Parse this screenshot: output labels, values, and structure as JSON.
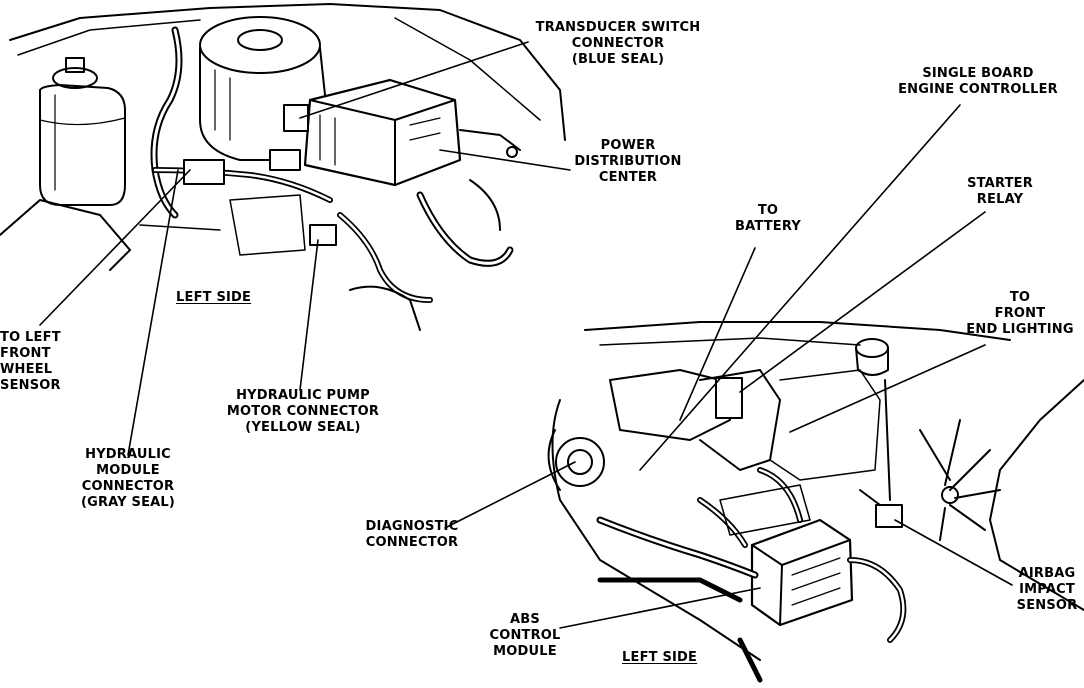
{
  "labels": {
    "transducer": [
      "TRANSDUCER SWITCH",
      "CONNECTOR",
      "(BLUE SEAL)"
    ],
    "controller": [
      "SINGLE BOARD",
      "ENGINE CONTROLLER"
    ],
    "pdc": [
      "POWER",
      "DISTRIBUTION",
      "CENTER"
    ],
    "starter": [
      "STARTER",
      "RELAY"
    ],
    "battery": [
      "TO",
      "BATTERY"
    ],
    "front_lighting": [
      "TO",
      "FRONT",
      "END LIGHTING"
    ],
    "left_side_top": "LEFT SIDE",
    "wheel_sensor": [
      "TO LEFT",
      "FRONT",
      "WHEEL",
      "SENSOR"
    ],
    "pump": [
      "HYDRAULIC PUMP",
      "MOTOR CONNECTOR",
      "(YELLOW SEAL)"
    ],
    "module": [
      "HYDRAULIC",
      "MODULE",
      "CONNECTOR",
      "(GRAY SEAL)"
    ],
    "diagnostic": [
      "DIAGNOSTIC",
      "CONNECTOR"
    ],
    "airbag": [
      "AIRBAG",
      "IMPACT",
      "SENSOR"
    ],
    "abs": [
      "ABS",
      "CONTROL",
      "MODULE"
    ],
    "left_side_bottom": "LEFT SIDE"
  }
}
